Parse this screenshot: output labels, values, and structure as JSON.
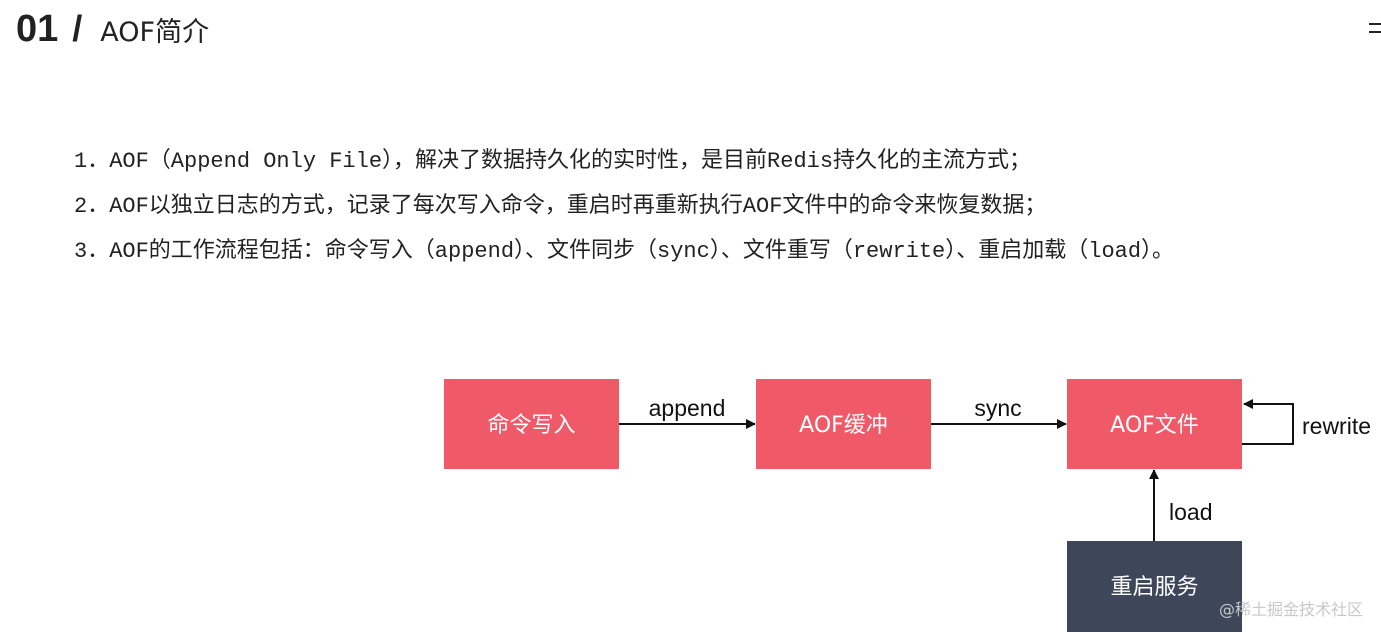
{
  "header": {
    "number": "01",
    "slash": "/",
    "title": "AOF简介"
  },
  "list": [
    "1．AOF（Append Only File），解决了数据持久化的实时性，是目前Redis持久化的主流方式；",
    "2．AOF以独立日志的方式，记录了每次写入命令，重启时再重新执行AOF文件中的命令来恢复数据；",
    "3．AOF的工作流程包括：命令写入（append）、文件同步（sync）、文件重写（rewrite）、重启加载（load）。"
  ],
  "diagram": {
    "nodes": {
      "command_write": "命令写入",
      "aof_buffer": "AOF缓冲",
      "aof_file": "AOF文件",
      "restart_service": "重启服务"
    },
    "edges": {
      "append": "append",
      "sync": "sync",
      "rewrite": "rewrite",
      "load": "load"
    },
    "colors": {
      "node_fill": "#f05a68",
      "restart_fill": "#3d4759",
      "arrow": "#111111"
    }
  },
  "watermark": "@稀土掘金技术社区"
}
